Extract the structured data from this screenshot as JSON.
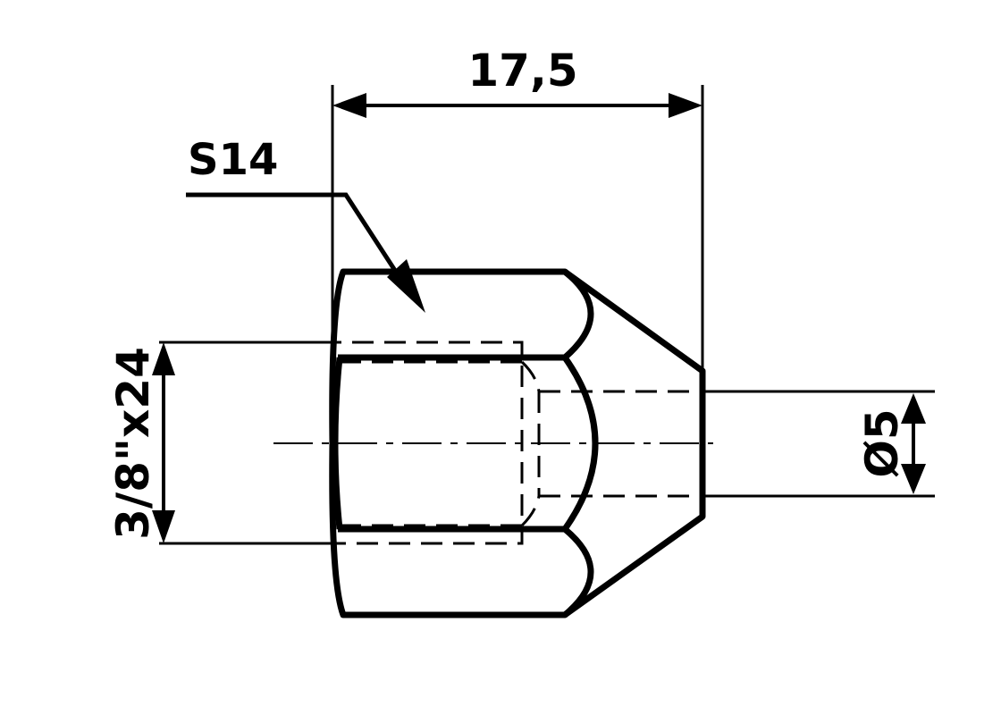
{
  "drawing": {
    "title": "Cap nut technical drawing",
    "stroke_color": "#000000",
    "background": "#ffffff",
    "dimensions": {
      "overall_length": "17,5",
      "wrench_size": "S14",
      "thread": "3/8\"x24",
      "bore_diameter": "Ø5"
    }
  }
}
